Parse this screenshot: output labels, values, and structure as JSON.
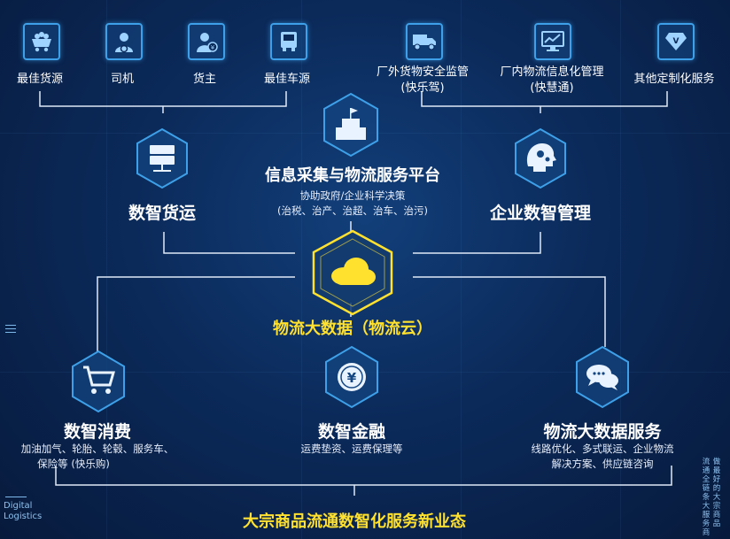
{
  "top_left_items": [
    {
      "label": "最佳货源",
      "icon": "mine-cart-icon"
    },
    {
      "label": "司机",
      "icon": "driver-icon"
    },
    {
      "label": "货主",
      "icon": "cargo-owner-icon"
    },
    {
      "label": "最佳车源",
      "icon": "truck-front-icon"
    }
  ],
  "top_right_items": [
    {
      "label": "厂外货物安全监管",
      "sub": "(快乐驾)",
      "icon": "delivery-truck-icon"
    },
    {
      "label": "厂内物流信息化管理",
      "sub": "(快慧通)",
      "icon": "monitor-chart-icon"
    },
    {
      "label": "其他定制化服务",
      "icon": "diamond-v-icon"
    }
  ],
  "platform": {
    "title": "信息采集与物流服务平台",
    "sub1": "协助政府/企业科学决策",
    "sub2": "(治税、治产、治超、治车、治污)"
  },
  "freight": {
    "title": "数智货运"
  },
  "enterprise": {
    "title": "企业数智管理"
  },
  "cloud": {
    "title": "物流大数据（物流云）"
  },
  "consumption": {
    "title": "数智消费",
    "sub1": "加油加气、轮胎、轮毂、服务车、",
    "sub2": "保险等 (快乐购)"
  },
  "finance": {
    "title": "数智金融",
    "sub1": "运费垫资、运费保理等"
  },
  "bigdata": {
    "title": "物流大数据服务",
    "sub1": "线路优化、多式联运、企业物流",
    "sub2": "解决方案、供应链咨询"
  },
  "bottom": {
    "title": "大宗商品流通数智化服务新业态"
  },
  "corner": {
    "line1": "Digital",
    "line2": "Logistics"
  },
  "side_text": {
    "col1": "流通全链条大服务商",
    "col2": "做最好的大宗商品"
  },
  "colors": {
    "accent_blue": "#3ea0e8",
    "highlight_yellow": "#ffe12e",
    "background": "#0b2a5a"
  }
}
